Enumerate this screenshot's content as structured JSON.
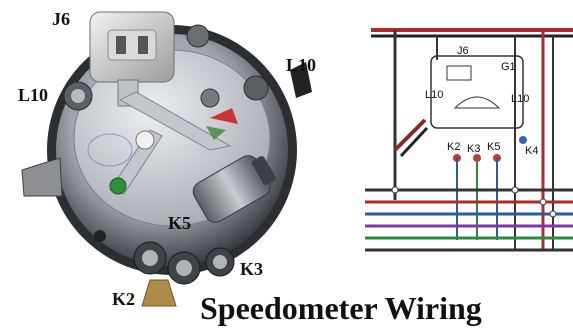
{
  "photo": {
    "labels": {
      "j6": "J6",
      "l10_left": "L10",
      "l10_right": "L10",
      "k5": "K5",
      "k3": "K3",
      "k2": "K2"
    }
  },
  "diagram": {
    "labels": {
      "j6": "J6",
      "g1": "G1",
      "l10_left": "L10",
      "l10_right": "L10",
      "k2": "K2",
      "k3": "K3",
      "k5": "K5",
      "k4": "K4"
    }
  },
  "caption": "Speedometer Wiring"
}
